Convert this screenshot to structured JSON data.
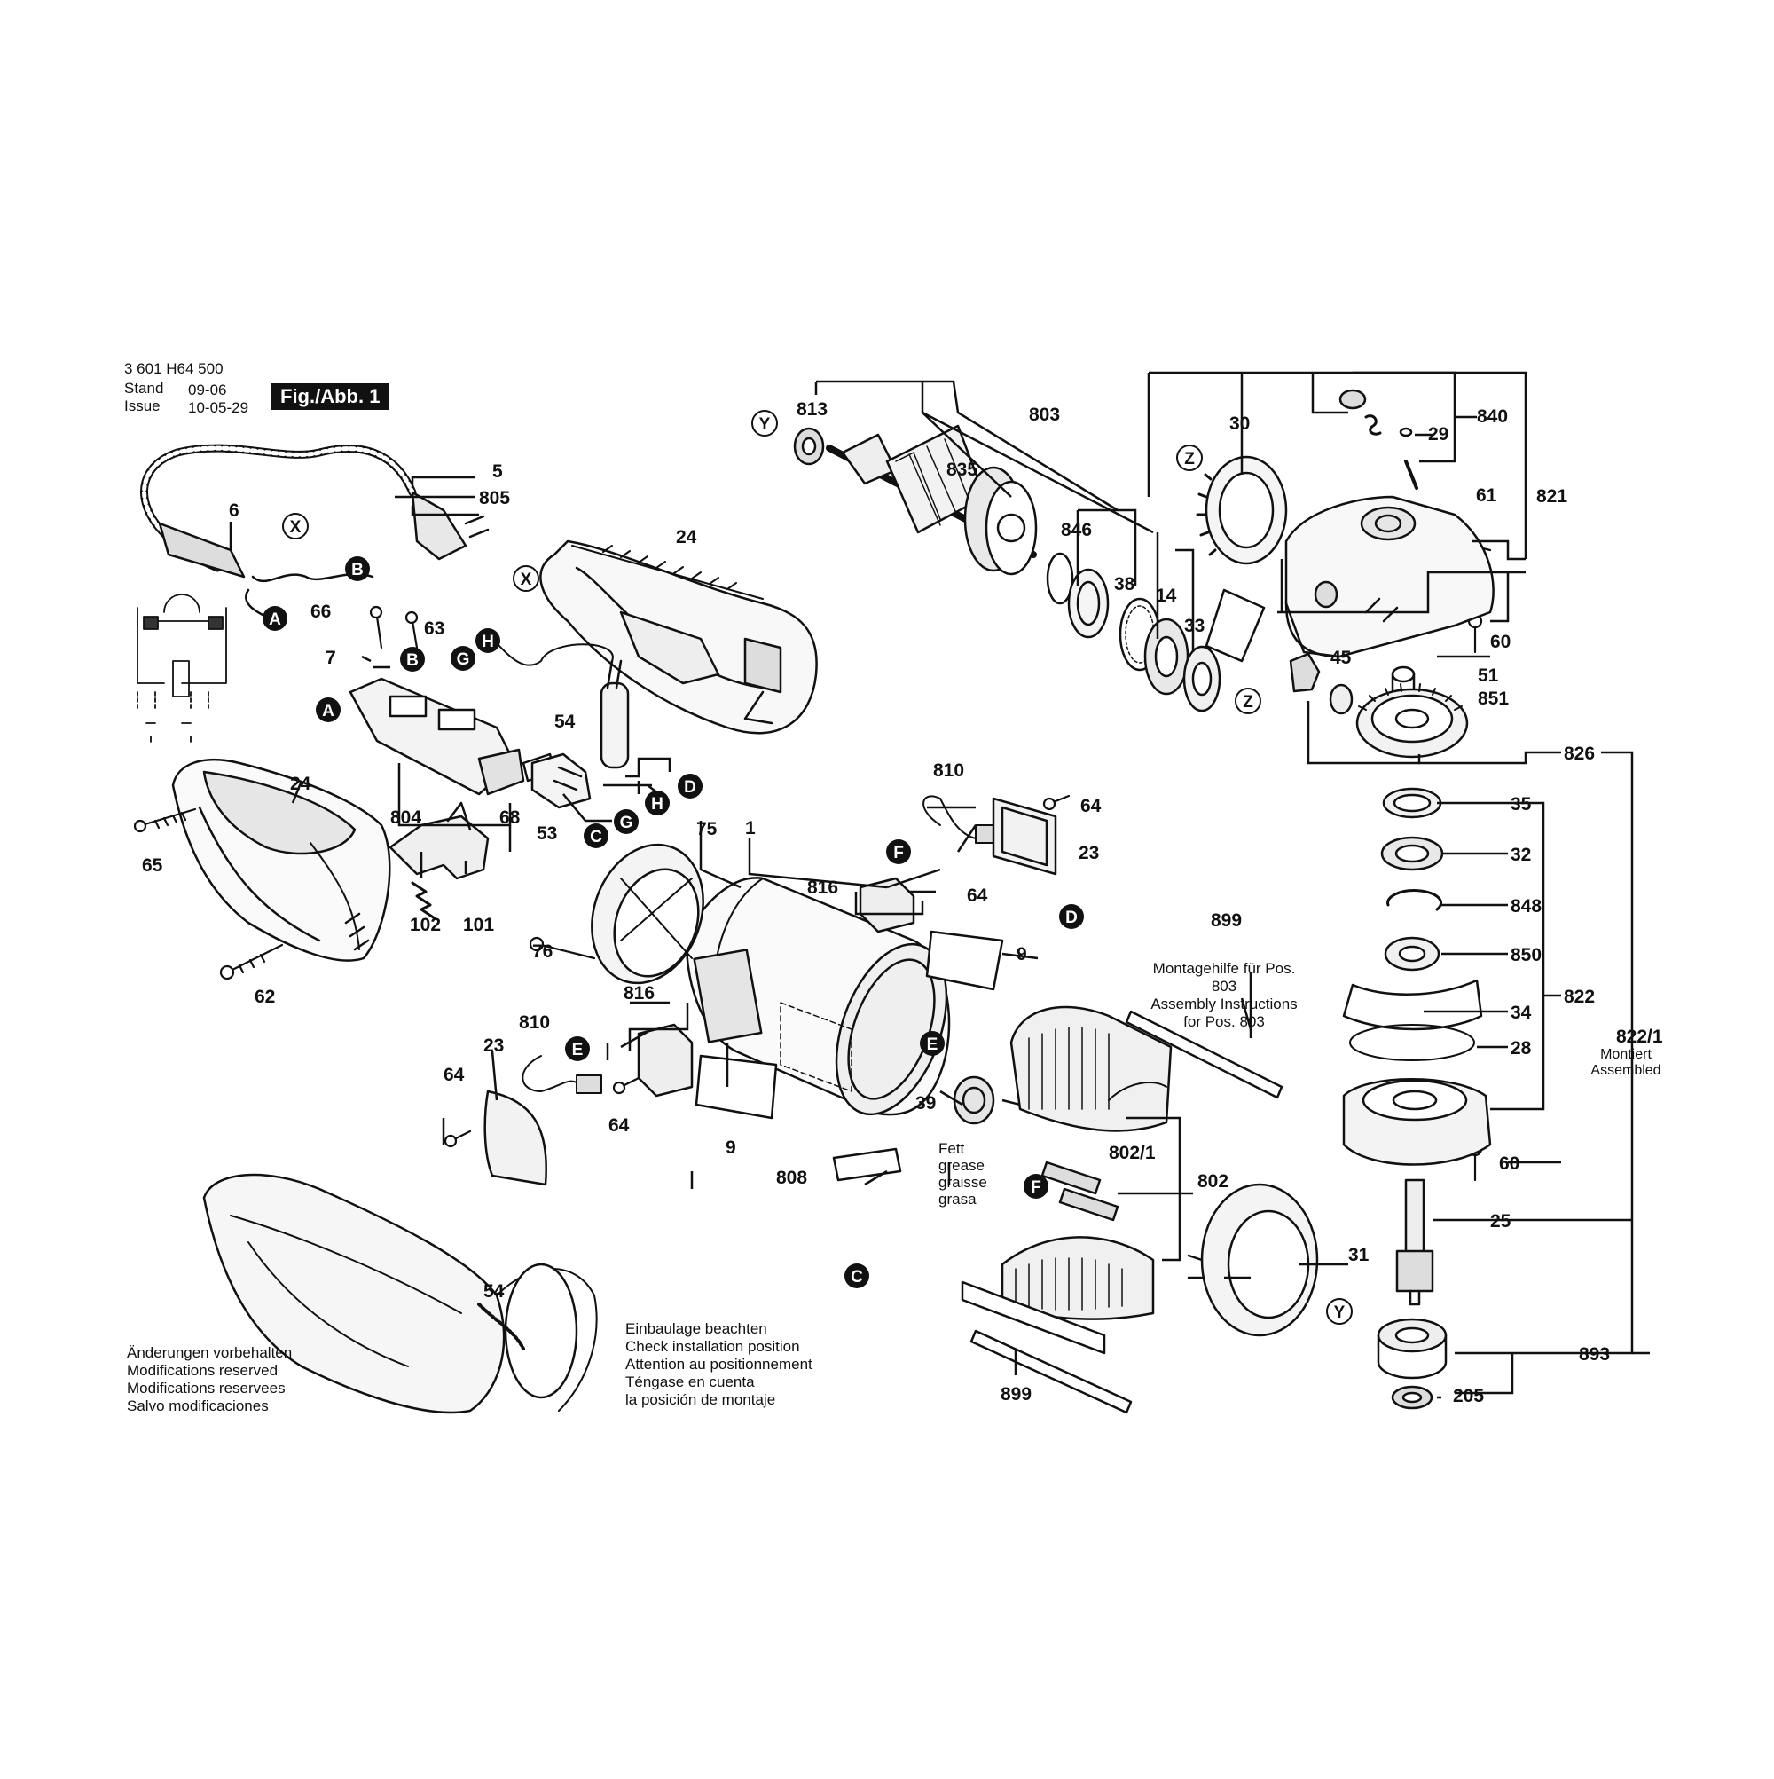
{
  "header": {
    "doc_number": "3 601 H64 500",
    "stand_label": "Stand",
    "stand_date": "09-06",
    "issue_label": "Issue",
    "issue_date": "10-05-29",
    "figure": "Fig./Abb. 1"
  },
  "notes": {
    "modifications": [
      "Änderungen vorbehalten",
      "Modifications reserved",
      "Modifications reservees",
      "Salvo modificaciones"
    ],
    "installation": [
      "Einbaulage beachten",
      "Check installation position",
      "Attention au positionnement",
      "Téngase en cuenta",
      "la posición de montaje"
    ],
    "assembly": [
      "Montagehilfe für Pos. 803",
      "Assembly Instructions",
      "for Pos. 803"
    ],
    "grease": [
      "Fett",
      "grease",
      "graisse",
      "grasa"
    ],
    "assembled": [
      "Montiert",
      "Assembled"
    ]
  },
  "part_labels": [
    {
      "id": "5",
      "text": "5"
    },
    {
      "id": "805",
      "text": "805"
    },
    {
      "id": "6",
      "text": "6"
    },
    {
      "id": "24a",
      "text": "24"
    },
    {
      "id": "24b",
      "text": "24"
    },
    {
      "id": "66",
      "text": "66"
    },
    {
      "id": "63",
      "text": "63"
    },
    {
      "id": "7",
      "text": "7"
    },
    {
      "id": "54",
      "text": "54"
    },
    {
      "id": "804",
      "text": "804"
    },
    {
      "id": "68",
      "text": "68"
    },
    {
      "id": "53",
      "text": "53"
    },
    {
      "id": "65",
      "text": "65"
    },
    {
      "id": "102",
      "text": "102"
    },
    {
      "id": "101",
      "text": "101"
    },
    {
      "id": "62",
      "text": "62"
    },
    {
      "id": "76",
      "text": "76"
    },
    {
      "id": "75",
      "text": "75"
    },
    {
      "id": "1",
      "text": "1"
    },
    {
      "id": "810a",
      "text": "810"
    },
    {
      "id": "816a",
      "text": "816"
    },
    {
      "id": "64a",
      "text": "64"
    },
    {
      "id": "23a",
      "text": "23"
    },
    {
      "id": "64b",
      "text": "64"
    },
    {
      "id": "9a",
      "text": "9"
    },
    {
      "id": "810b",
      "text": "810"
    },
    {
      "id": "816b",
      "text": "816"
    },
    {
      "id": "23b",
      "text": "23"
    },
    {
      "id": "64c",
      "text": "64"
    },
    {
      "id": "64d",
      "text": "64"
    },
    {
      "id": "9b",
      "text": "9"
    },
    {
      "id": "808",
      "text": "808"
    },
    {
      "id": "39",
      "text": "39"
    },
    {
      "id": "899a",
      "text": "899"
    },
    {
      "id": "802-1",
      "text": "802/1"
    },
    {
      "id": "802",
      "text": "802"
    },
    {
      "id": "899b",
      "text": "899"
    },
    {
      "id": "54b",
      "text": "54"
    },
    {
      "id": "31",
      "text": "31"
    },
    {
      "id": "813",
      "text": "813"
    },
    {
      "id": "803",
      "text": "803"
    },
    {
      "id": "835",
      "text": "835"
    },
    {
      "id": "846",
      "text": "846"
    },
    {
      "id": "38",
      "text": "38"
    },
    {
      "id": "14",
      "text": "14"
    },
    {
      "id": "33",
      "text": "33"
    },
    {
      "id": "30",
      "text": "30"
    },
    {
      "id": "840",
      "text": "840"
    },
    {
      "id": "29",
      "text": "29"
    },
    {
      "id": "61",
      "text": "61"
    },
    {
      "id": "821",
      "text": "821"
    },
    {
      "id": "60a",
      "text": "60"
    },
    {
      "id": "45",
      "text": "45"
    },
    {
      "id": "51",
      "text": "51"
    },
    {
      "id": "851",
      "text": "851"
    },
    {
      "id": "826",
      "text": "826"
    },
    {
      "id": "35",
      "text": "35"
    },
    {
      "id": "32",
      "text": "32"
    },
    {
      "id": "848",
      "text": "848"
    },
    {
      "id": "850",
      "text": "850"
    },
    {
      "id": "34",
      "text": "34"
    },
    {
      "id": "822",
      "text": "822"
    },
    {
      "id": "28",
      "text": "28"
    },
    {
      "id": "822-1",
      "text": "822/1"
    },
    {
      "id": "60b",
      "text": "60"
    },
    {
      "id": "25",
      "text": "25"
    },
    {
      "id": "893",
      "text": "893"
    },
    {
      "id": "205",
      "text": "205"
    }
  ],
  "connectors": [
    "A",
    "B",
    "C",
    "D",
    "E",
    "F",
    "G",
    "H",
    "X",
    "Y",
    "Z"
  ]
}
